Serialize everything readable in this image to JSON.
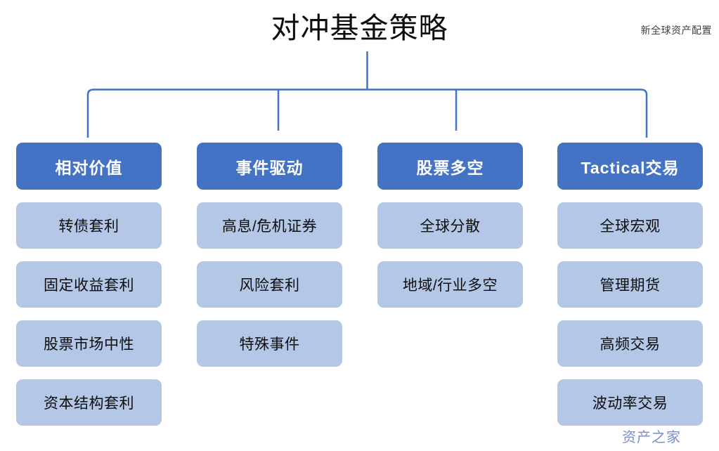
{
  "title": "对冲基金策略",
  "watermark_top": "新全球资产配置",
  "watermark_bottom": "资产之家",
  "colors": {
    "header_box": "#4472C4",
    "leaf_box": "#B4C7E7",
    "connector_line": "#4472C4",
    "header_text": "#FFFFFF",
    "leaf_text": "#0D0D0D",
    "title_text": "#0D0D0D",
    "background": "#FFFFFF"
  },
  "diagram": {
    "type": "org-tree",
    "root": "对冲基金策略",
    "branch_count": 4,
    "branches": [
      {
        "header": "相对价值",
        "children": [
          "转债套利",
          "固定收益套利",
          "股票市场中性",
          "资本结构套利"
        ]
      },
      {
        "header": "事件驱动",
        "children": [
          "高息/危机证券",
          "风险套利",
          "特殊事件"
        ]
      },
      {
        "header": "股票多空",
        "children": [
          "全球分散",
          "地域/行业多空"
        ]
      },
      {
        "header": "Tactical交易",
        "children": [
          "全球宏观",
          "管理期货",
          "高频交易",
          "波动率交易"
        ]
      }
    ]
  }
}
